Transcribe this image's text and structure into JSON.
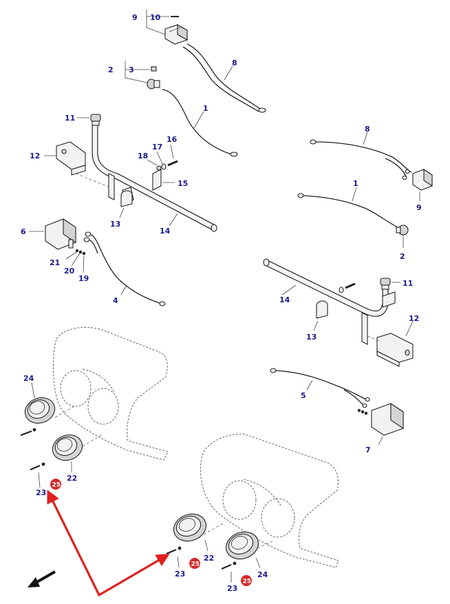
{
  "callouts": {
    "c9_top": "9",
    "c10": "10",
    "c8_top": "8",
    "c2_top": "2",
    "c3": "3",
    "c1_top": "1",
    "c11_l": "11",
    "c12_l": "12",
    "c17": "17",
    "c16": "16",
    "c18": "18",
    "c15": "15",
    "c13_l": "13",
    "c14_l": "14",
    "c6": "6",
    "c21": "21",
    "c20": "20",
    "c19": "19",
    "c4": "4",
    "c8_r": "8",
    "c9_r": "9",
    "c1_r": "1",
    "c2_r": "2",
    "c11_r": "11",
    "c14_r": "14",
    "c12_r": "12",
    "c13_r": "13",
    "c5": "5",
    "c7": "7",
    "c24_l": "24",
    "c22_l": "22",
    "c23_l": "23",
    "c22_r": "22",
    "c23_r": "23",
    "c24_r": "24",
    "c23_r2": "23"
  },
  "badges": {
    "b25_l": "25",
    "b25_m": "25",
    "b25_r": "25"
  },
  "colors": {
    "callout": "#1a1a8c",
    "badge": "#d42a2a",
    "arrow": "#e02020",
    "line": "#222222"
  },
  "icons": {
    "direction": "arrow-down-left-icon"
  }
}
